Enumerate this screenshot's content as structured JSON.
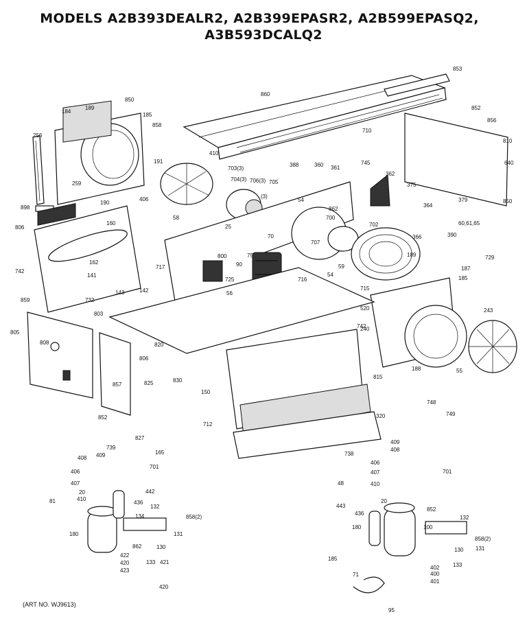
{
  "title_line1": "MODELS A2B393DEALR2, A2B399EPASR2, A2B599EPASQ2,",
  "title_line2": "A3B593DCALQ2",
  "art_no": "(ART NO. WJ9613)",
  "callouts": [
    {
      "id": "c1",
      "text": "853"
    },
    {
      "id": "c2",
      "text": "860"
    },
    {
      "id": "c3",
      "text": "850"
    },
    {
      "id": "c4",
      "text": "189"
    },
    {
      "id": "c5",
      "text": "184"
    },
    {
      "id": "c6",
      "text": "185"
    },
    {
      "id": "c7",
      "text": "858"
    },
    {
      "id": "c8",
      "text": "256"
    },
    {
      "id": "c9",
      "text": "259"
    },
    {
      "id": "c10",
      "text": "898"
    },
    {
      "id": "c11",
      "text": "806"
    },
    {
      "id": "c12",
      "text": "190"
    },
    {
      "id": "c13",
      "text": "191"
    },
    {
      "id": "c14",
      "text": "406"
    },
    {
      "id": "c15",
      "text": "703(3)"
    },
    {
      "id": "c16",
      "text": "704(3)"
    },
    {
      "id": "c17",
      "text": "388"
    },
    {
      "id": "c18",
      "text": "360"
    },
    {
      "id": "c19",
      "text": "361"
    },
    {
      "id": "c20",
      "text": "745"
    },
    {
      "id": "c21",
      "text": "706(3)"
    },
    {
      "id": "c22",
      "text": "705"
    },
    {
      "id": "c23",
      "text": "(3)"
    },
    {
      "id": "c24",
      "text": "710"
    },
    {
      "id": "c25",
      "text": "852"
    },
    {
      "id": "c26",
      "text": "856"
    },
    {
      "id": "c27",
      "text": "810"
    },
    {
      "id": "c28",
      "text": "640"
    },
    {
      "id": "c29",
      "text": "362"
    },
    {
      "id": "c30",
      "text": "375"
    },
    {
      "id": "c31",
      "text": "850"
    },
    {
      "id": "c32",
      "text": "379"
    },
    {
      "id": "c33",
      "text": "364"
    },
    {
      "id": "c34",
      "text": "60,61,65"
    },
    {
      "id": "c35",
      "text": "366"
    },
    {
      "id": "c36",
      "text": "390"
    },
    {
      "id": "c37",
      "text": "729"
    },
    {
      "id": "c38",
      "text": "410"
    },
    {
      "id": "c39",
      "text": "160"
    },
    {
      "id": "c40",
      "text": "58"
    },
    {
      "id": "c41",
      "text": "25"
    },
    {
      "id": "c42",
      "text": "54"
    },
    {
      "id": "c43",
      "text": "862"
    },
    {
      "id": "c44",
      "text": "700"
    },
    {
      "id": "c45",
      "text": "702"
    },
    {
      "id": "c46",
      "text": "707"
    },
    {
      "id": "c47",
      "text": "189"
    },
    {
      "id": "c48",
      "text": "742"
    },
    {
      "id": "c49",
      "text": "162"
    },
    {
      "id": "c50",
      "text": "141"
    },
    {
      "id": "c51",
      "text": "717"
    },
    {
      "id": "c52",
      "text": "800"
    },
    {
      "id": "c53",
      "text": "56"
    },
    {
      "id": "c54",
      "text": "70"
    },
    {
      "id": "c55",
      "text": "75"
    },
    {
      "id": "c56",
      "text": "90"
    },
    {
      "id": "c57",
      "text": "59"
    },
    {
      "id": "c58",
      "text": "716"
    },
    {
      "id": "c59",
      "text": "54"
    },
    {
      "id": "c60",
      "text": "715"
    },
    {
      "id": "c61",
      "text": "520"
    },
    {
      "id": "c62",
      "text": "187"
    },
    {
      "id": "c63",
      "text": "185"
    },
    {
      "id": "c64",
      "text": "243"
    },
    {
      "id": "c65",
      "text": "859"
    },
    {
      "id": "c66",
      "text": "732"
    },
    {
      "id": "c67",
      "text": "803"
    },
    {
      "id": "c68",
      "text": "143"
    },
    {
      "id": "c69",
      "text": "142"
    },
    {
      "id": "c70",
      "text": "725"
    },
    {
      "id": "c71",
      "text": "805"
    },
    {
      "id": "c72",
      "text": "808"
    },
    {
      "id": "c73",
      "text": "806"
    },
    {
      "id": "c74",
      "text": "820"
    },
    {
      "id": "c75",
      "text": "240"
    },
    {
      "id": "c76",
      "text": "815"
    },
    {
      "id": "c77",
      "text": "188"
    },
    {
      "id": "c78",
      "text": "55"
    },
    {
      "id": "c79",
      "text": "830"
    },
    {
      "id": "c80",
      "text": "857"
    },
    {
      "id": "c81",
      "text": "825"
    },
    {
      "id": "c82",
      "text": "150"
    },
    {
      "id": "c83",
      "text": "852"
    },
    {
      "id": "c84",
      "text": "827"
    },
    {
      "id": "c85",
      "text": "712"
    },
    {
      "id": "c86",
      "text": "320"
    },
    {
      "id": "c87",
      "text": "748"
    },
    {
      "id": "c88",
      "text": "749"
    },
    {
      "id": "c89",
      "text": "739"
    },
    {
      "id": "c90",
      "text": "409"
    },
    {
      "id": "c91",
      "text": "408"
    },
    {
      "id": "c92",
      "text": "165"
    },
    {
      "id": "c93",
      "text": "406"
    },
    {
      "id": "c94",
      "text": "407"
    },
    {
      "id": "c95",
      "text": "20"
    },
    {
      "id": "c96",
      "text": "410"
    },
    {
      "id": "c97",
      "text": "701"
    },
    {
      "id": "c98",
      "text": "442"
    },
    {
      "id": "c99",
      "text": "436"
    },
    {
      "id": "c100",
      "text": "132"
    },
    {
      "id": "c101",
      "text": "134"
    },
    {
      "id": "c102",
      "text": "858(2)"
    },
    {
      "id": "c103",
      "text": "131"
    },
    {
      "id": "c104",
      "text": "130"
    },
    {
      "id": "c105",
      "text": "180"
    },
    {
      "id": "c106",
      "text": "862"
    },
    {
      "id": "c107",
      "text": "422"
    },
    {
      "id": "c108",
      "text": "420"
    },
    {
      "id": "c109",
      "text": "423"
    },
    {
      "id": "c110",
      "text": "133"
    },
    {
      "id": "c111",
      "text": "421"
    },
    {
      "id": "c112",
      "text": "420"
    },
    {
      "id": "c113",
      "text": "81"
    },
    {
      "id": "c114",
      "text": "738"
    },
    {
      "id": "c115",
      "text": "409"
    },
    {
      "id": "c116",
      "text": "408"
    },
    {
      "id": "c117",
      "text": "406"
    },
    {
      "id": "c118",
      "text": "407"
    },
    {
      "id": "c119",
      "text": "410"
    },
    {
      "id": "c120",
      "text": "701"
    },
    {
      "id": "c121",
      "text": "48"
    },
    {
      "id": "c122",
      "text": "443"
    },
    {
      "id": "c123",
      "text": "20"
    },
    {
      "id": "c124",
      "text": "852"
    },
    {
      "id": "c125",
      "text": "436"
    },
    {
      "id": "c126",
      "text": "180"
    },
    {
      "id": "c127",
      "text": "100"
    },
    {
      "id": "c128",
      "text": "132"
    },
    {
      "id": "c129",
      "text": "858(2)"
    },
    {
      "id": "c130",
      "text": "131"
    },
    {
      "id": "c131",
      "text": "130"
    },
    {
      "id": "c132",
      "text": "133"
    },
    {
      "id": "c133",
      "text": "185"
    },
    {
      "id": "c134",
      "text": "402"
    },
    {
      "id": "c135",
      "text": "400"
    },
    {
      "id": "c136",
      "text": "401"
    },
    {
      "id": "c137",
      "text": "71"
    },
    {
      "id": "c138",
      "text": "95"
    },
    {
      "id": "c139",
      "text": "742"
    }
  ]
}
